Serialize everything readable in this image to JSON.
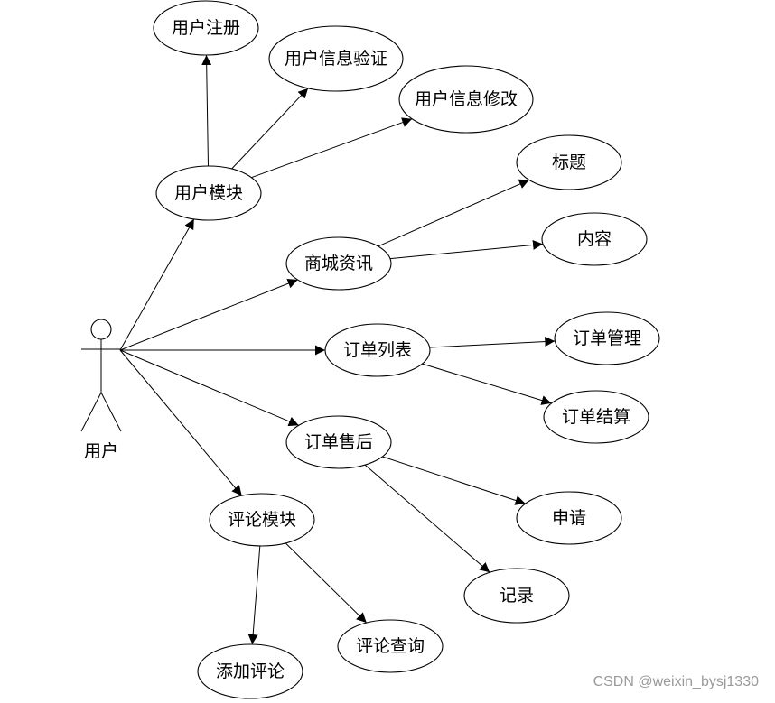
{
  "actor": {
    "label": "用户"
  },
  "use_cases": {
    "user_module": "用户模块",
    "user_register": "用户注册",
    "user_info_verify": "用户信息验证",
    "user_info_edit": "用户信息修改",
    "mall_news": "商城资讯",
    "news_title": "标题",
    "news_content": "内容",
    "order_list": "订单列表",
    "order_manage": "订单管理",
    "order_settle": "订单结算",
    "after_sales": "订单售后",
    "after_apply": "申请",
    "after_record": "记录",
    "comment_module": "评论模块",
    "comment_add": "添加评论",
    "comment_query": "评论查询"
  },
  "edges": [
    [
      "actor",
      "user_module"
    ],
    [
      "actor",
      "mall_news"
    ],
    [
      "actor",
      "order_list"
    ],
    [
      "actor",
      "after_sales"
    ],
    [
      "actor",
      "comment_module"
    ],
    [
      "user_module",
      "user_register"
    ],
    [
      "user_module",
      "user_info_verify"
    ],
    [
      "user_module",
      "user_info_edit"
    ],
    [
      "mall_news",
      "news_title"
    ],
    [
      "mall_news",
      "news_content"
    ],
    [
      "order_list",
      "order_manage"
    ],
    [
      "order_list",
      "order_settle"
    ],
    [
      "after_sales",
      "after_apply"
    ],
    [
      "after_sales",
      "after_record"
    ],
    [
      "comment_module",
      "comment_add"
    ],
    [
      "comment_module",
      "comment_query"
    ]
  ],
  "watermark": "CSDN @weixin_bysj1330"
}
